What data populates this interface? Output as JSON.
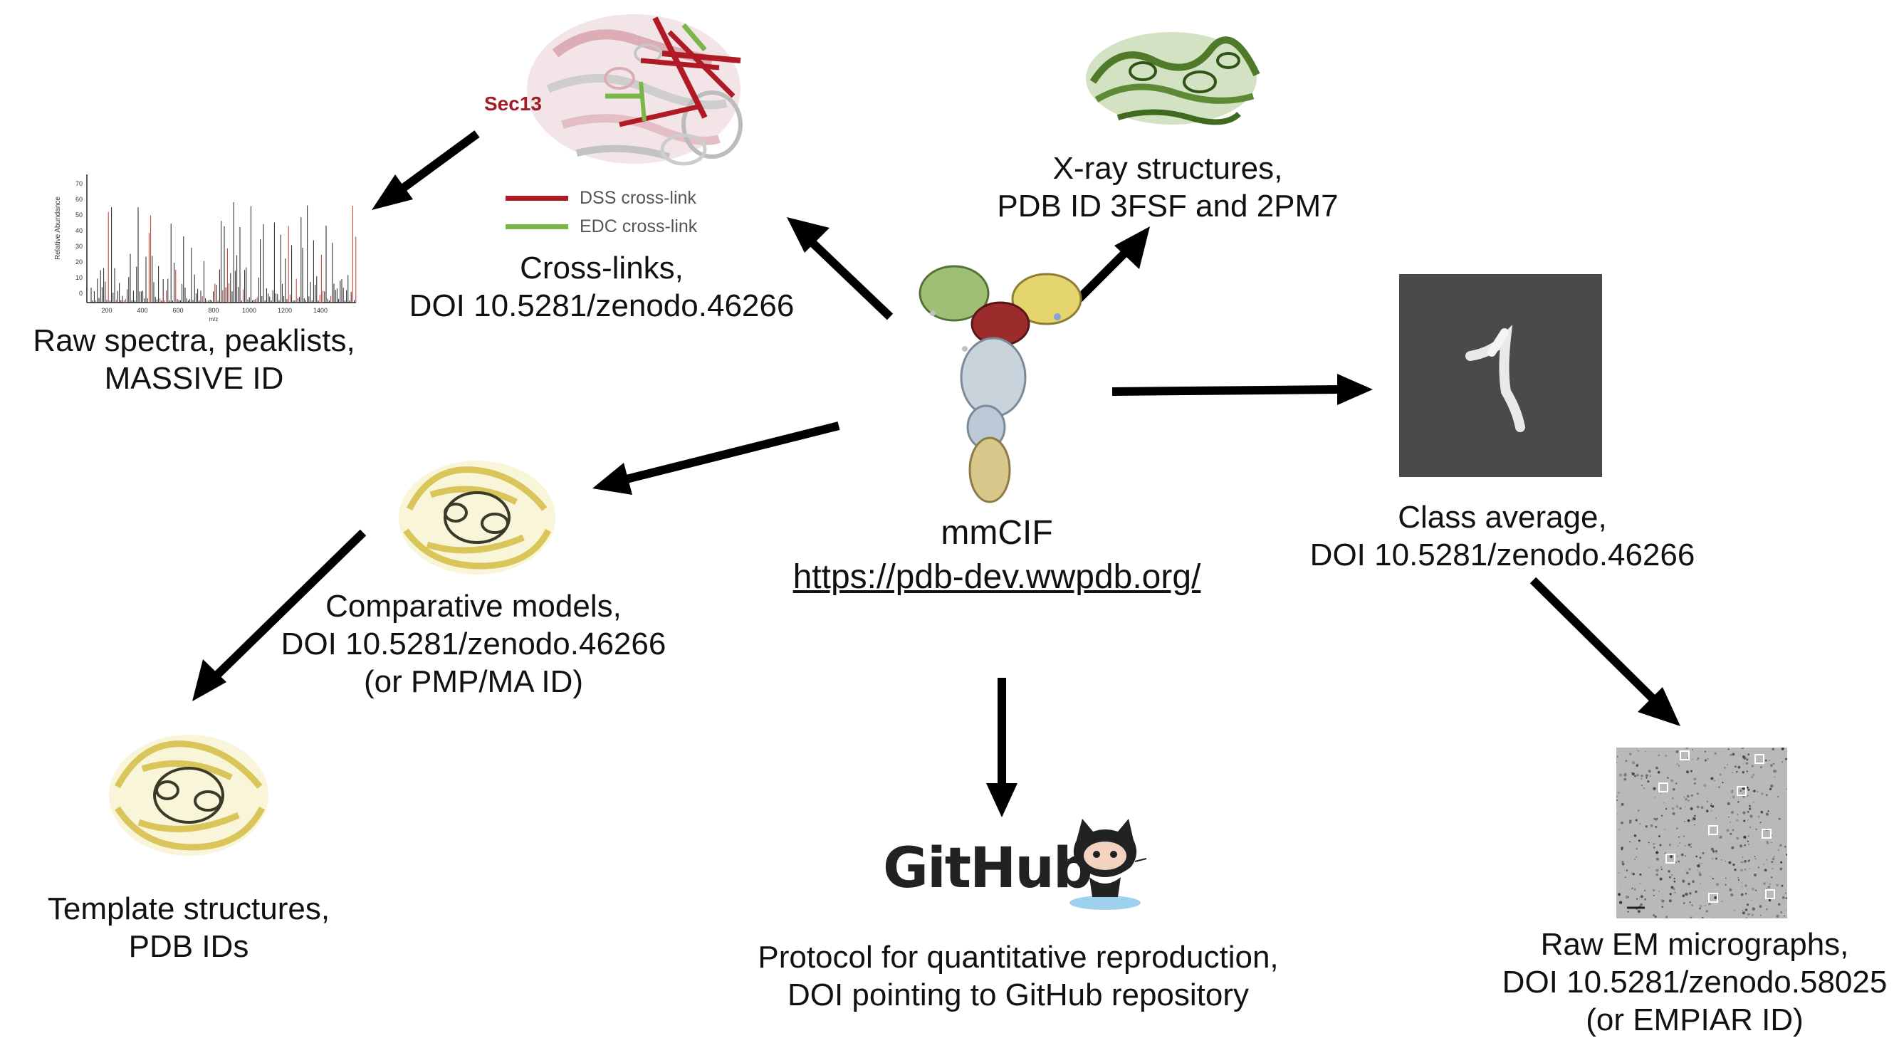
{
  "center": {
    "title": "mmCIF",
    "link": "https://pdb-dev.wwpdb.org/"
  },
  "nodes": {
    "spectra": {
      "lines": [
        "Raw spectra, peaklists,",
        "MASSIVE ID"
      ]
    },
    "crosslinks": {
      "lines": [
        "Cross-links,",
        "DOI 10.5281/zenodo.46266"
      ],
      "protein_label": "Sec13",
      "legend": [
        {
          "label": "DSS cross-link",
          "color": "#b01a24"
        },
        {
          "label": "EDC cross-link",
          "color": "#7ab648"
        }
      ]
    },
    "xray": {
      "lines": [
        "X-ray structures,",
        "PDB ID 3FSF and 2PM7"
      ]
    },
    "class_average": {
      "lines": [
        "Class average,",
        "DOI 10.5281/zenodo.46266"
      ]
    },
    "comparative": {
      "lines": [
        "Comparative models,",
        "DOI 10.5281/zenodo.46266",
        "(or PMP/MA ID)"
      ]
    },
    "template": {
      "lines": [
        "Template structures,",
        "PDB IDs"
      ]
    },
    "github": {
      "logo_text": "GitHub",
      "lines": [
        "Protocol for quantitative reproduction,",
        "DOI pointing to GitHub repository"
      ]
    },
    "micrographs": {
      "lines": [
        "Raw EM micrographs,",
        "DOI 10.5281/zenodo.58025",
        "(or EMPIAR ID)"
      ]
    }
  },
  "spectrum": {
    "y_axis_label": "Relative Abundance",
    "x_axis_label": "m/z",
    "x_ticks": [
      "200",
      "400",
      "600",
      "800",
      "1000",
      "1200",
      "1400"
    ],
    "y_ticks": [
      "70",
      "60",
      "50",
      "40",
      "30",
      "20",
      "10",
      "0"
    ]
  },
  "colors": {
    "arrow": "#000000",
    "dss": "#b01a24",
    "edc": "#7ab648",
    "xray_green": "#4f7a2a",
    "model_yellow": "#e2d36a",
    "em_bg": "#3a3a3a"
  }
}
